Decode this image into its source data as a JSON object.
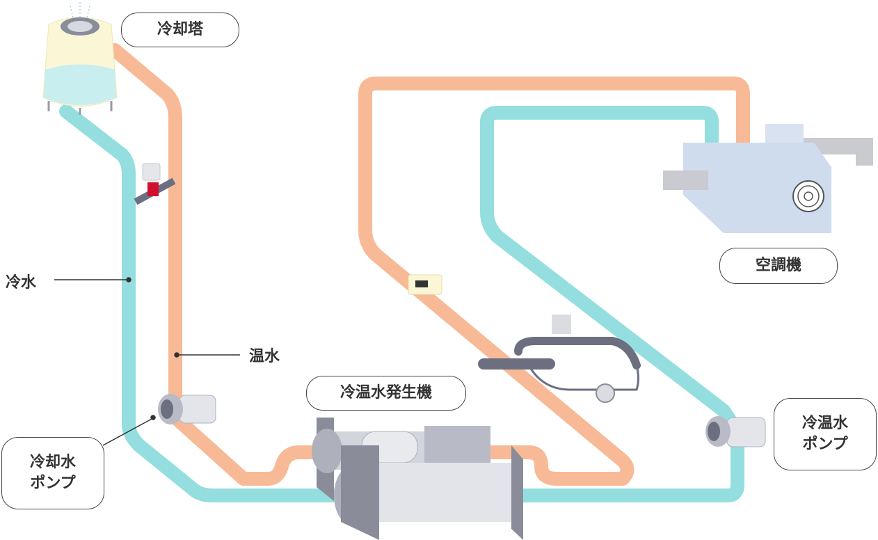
{
  "colors": {
    "hot_pipe": "#F8BA96",
    "cold_pipe": "#94DEDF",
    "label_border": "#444444",
    "text": "#333333"
  },
  "labels": {
    "cooling_tower": "冷却塔",
    "air_conditioner": "空調機",
    "cold_water": "冷水",
    "hot_water": "温水",
    "generator": "冷温水発生機",
    "cooling_pump_line1": "冷却水",
    "cooling_pump_line2": "ポンプ",
    "chw_pump_line1": "冷温水",
    "chw_pump_line2": "ポンプ"
  }
}
